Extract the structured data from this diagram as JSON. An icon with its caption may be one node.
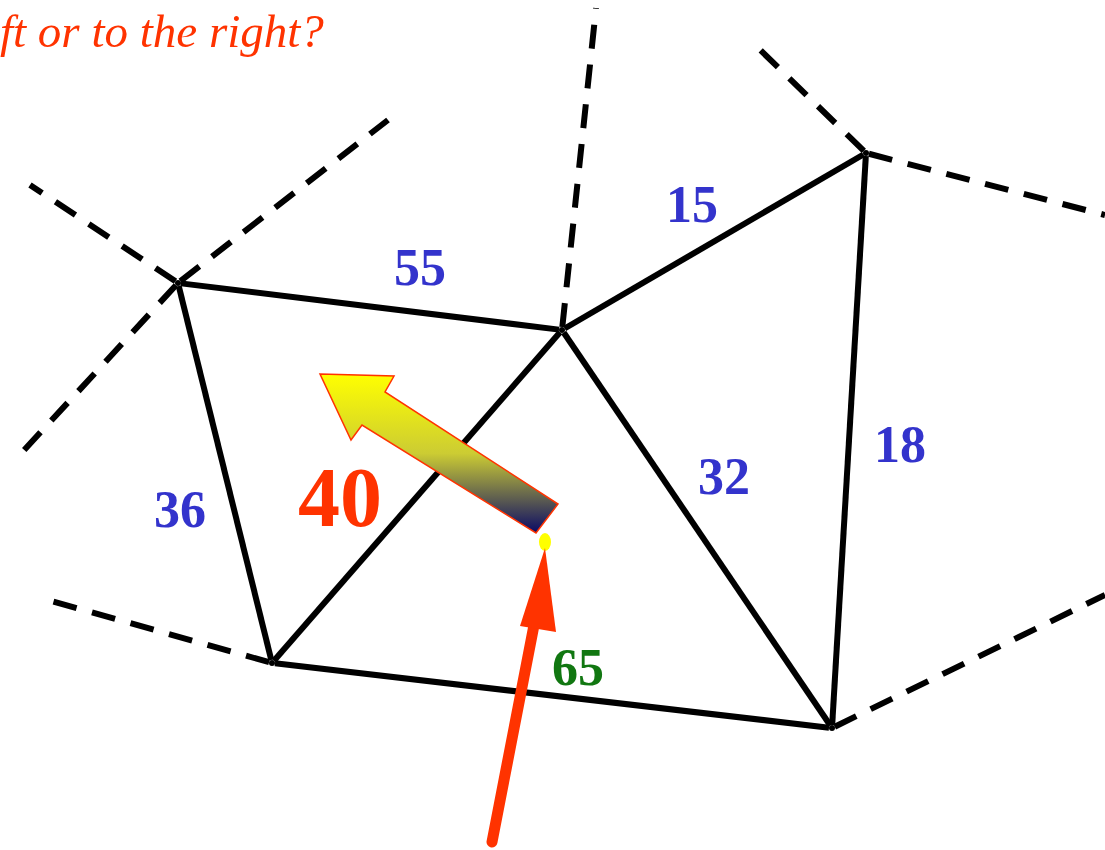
{
  "diagram": {
    "title": "ft or to the right?",
    "nodes": [
      {
        "text": [],
        "shape": "point"
      },
      {
        "text": [],
        "shape": "point"
      },
      {
        "text": [],
        "shape": "point"
      },
      {
        "text": [],
        "shape": "point"
      },
      {
        "text": [],
        "shape": "point"
      }
    ],
    "edges": [
      {
        "from": 0,
        "to": 1,
        "arrow": "none",
        "label": "55"
      },
      {
        "from": 1,
        "to": 2,
        "arrow": "none",
        "label": "15"
      },
      {
        "from": 1,
        "to": 4,
        "arrow": "none",
        "label": "32"
      },
      {
        "from": 2,
        "to": 4,
        "arrow": "none",
        "label": "18"
      },
      {
        "from": 0,
        "to": 3,
        "arrow": "none",
        "label": "36"
      },
      {
        "from": 3,
        "to": 1,
        "arrow": "none",
        "label": "40"
      },
      {
        "from": 3,
        "to": 4,
        "arrow": "none",
        "label": "65"
      },
      {
        "from": 0,
        "to": null,
        "arrow": "none",
        "style": "dashed"
      },
      {
        "from": 0,
        "to": null,
        "arrow": "none",
        "style": "dashed"
      },
      {
        "from": 0,
        "to": null,
        "arrow": "none",
        "style": "dashed"
      },
      {
        "from": 1,
        "to": null,
        "arrow": "none",
        "style": "dashed"
      },
      {
        "from": 2,
        "to": null,
        "arrow": "none",
        "style": "dashed"
      },
      {
        "from": 2,
        "to": null,
        "arrow": "none",
        "style": "dashed"
      },
      {
        "from": 3,
        "to": null,
        "arrow": "none",
        "style": "dashed"
      },
      {
        "from": 4,
        "to": null,
        "arrow": "none",
        "style": "dashed"
      }
    ]
  }
}
